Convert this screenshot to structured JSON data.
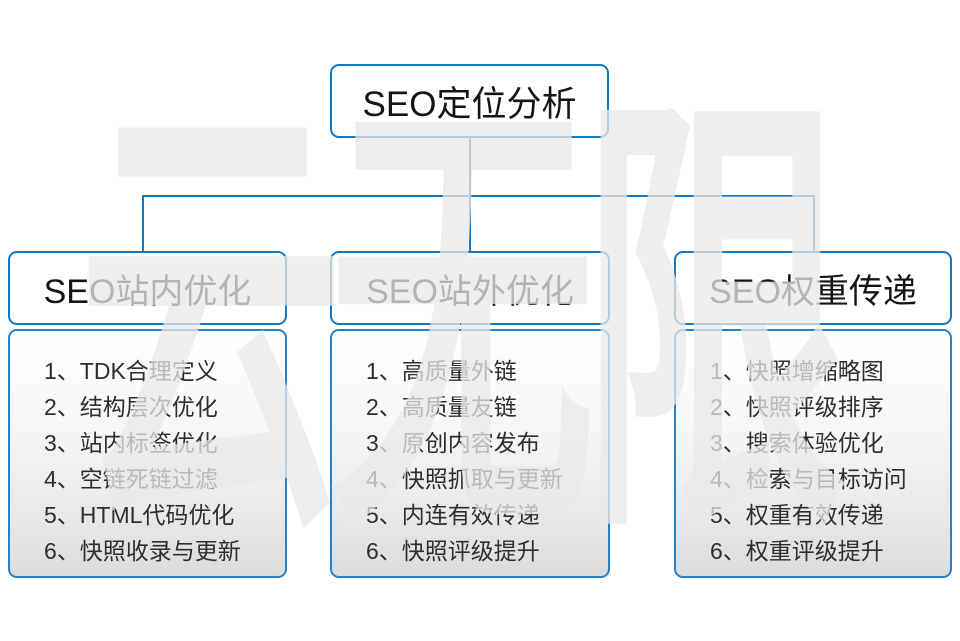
{
  "diagram": {
    "root": {
      "title": "SEO定位分析"
    },
    "watermark": "云无限",
    "accent_color": "#1779c4",
    "columns": [
      {
        "title": "SEO站内优化",
        "items": [
          "1、TDK合理定义",
          "2、结构层次优化",
          "3、站内标签优化",
          "4、空链死链过滤",
          "5、HTML代码优化",
          "6、快照收录与更新"
        ]
      },
      {
        "title": "SEO站外优化",
        "items": [
          "1、高质量外链",
          "2、高质量友链",
          "3、原创内容发布",
          "4、快照抓取与更新",
          "5、内连有效传递",
          "6、快照评级提升"
        ]
      },
      {
        "title": "SEO权重传递",
        "items": [
          "1、快照增缩略图",
          "2、快照评级排序",
          "3、搜索体验优化",
          "4、检索与目标访问",
          "5、权重有效传递",
          "6、权重评级提升"
        ]
      }
    ]
  }
}
